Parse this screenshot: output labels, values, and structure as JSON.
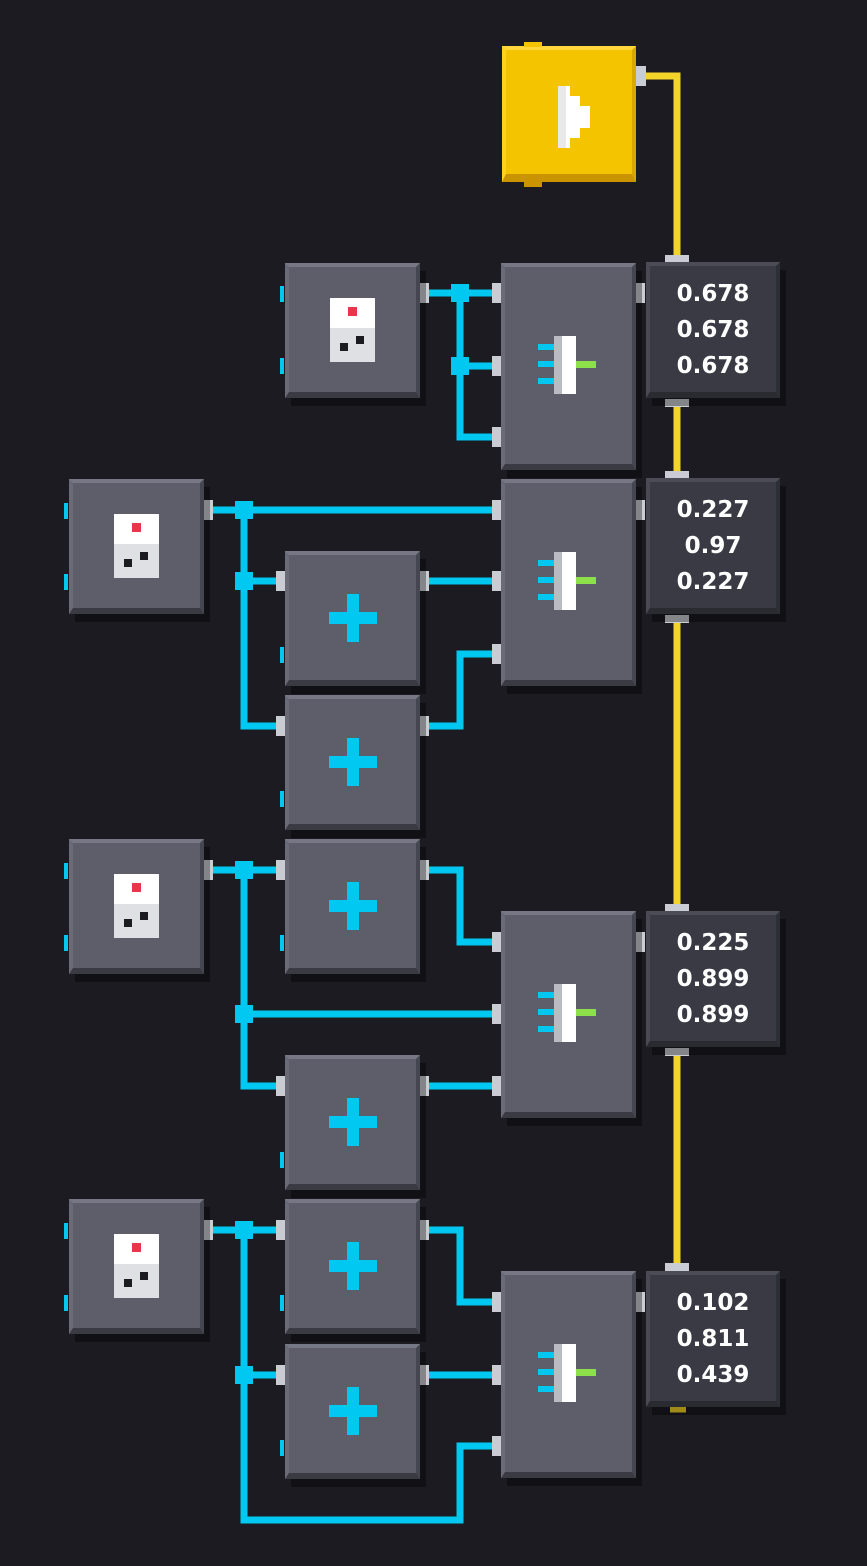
{
  "colors": {
    "background": "#1b1b21",
    "block": "#5d5e69",
    "wire_cyan": "#00c8f0",
    "wire_yellow": "#f5d42a",
    "start_yellow": "#f5c400",
    "sensor_led_red": "#e8364a",
    "output_green": "#8de04a"
  },
  "start_button": {
    "icon": "play-icon"
  },
  "displays": [
    {
      "values": [
        "0.678",
        "0.678",
        "0.678"
      ]
    },
    {
      "values": [
        "0.227",
        "0.97",
        "0.227"
      ]
    },
    {
      "values": [
        "0.225",
        "0.899",
        "0.899"
      ]
    },
    {
      "values": [
        "0.102",
        "0.811",
        "0.439"
      ]
    }
  ],
  "nodes": {
    "sensor": {
      "icon": "sensor-icon"
    },
    "add": {
      "icon": "plus-icon"
    },
    "combiner": {
      "icon": "color-combiner-icon"
    }
  }
}
